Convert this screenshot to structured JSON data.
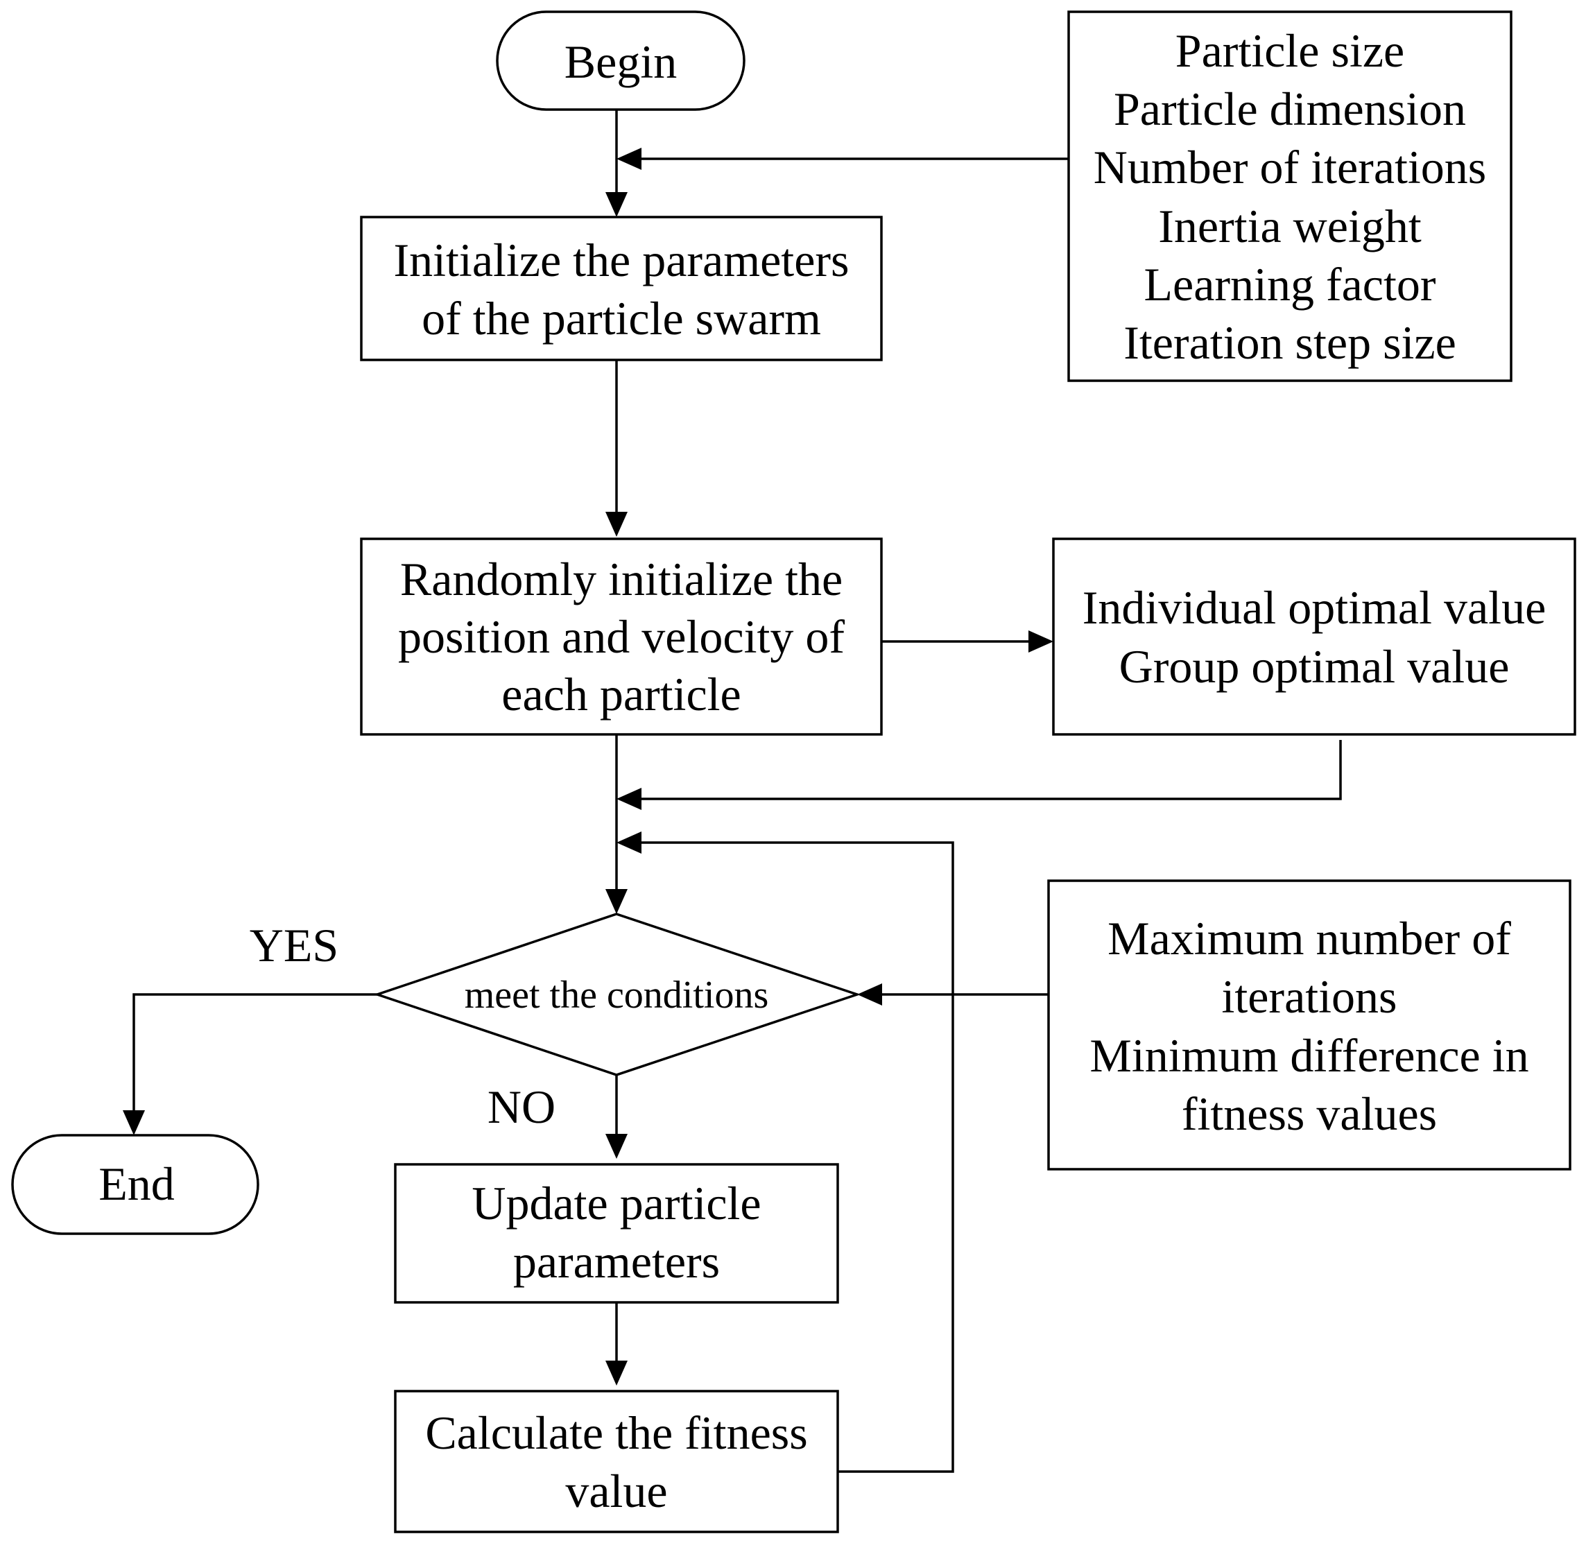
{
  "flowchart": {
    "begin": "Begin",
    "end": "End",
    "init_params": [
      "Initialize the parameters",
      "of the particle swarm"
    ],
    "random_init": [
      "Randomly initialize the",
      "position and velocity of",
      "each particle"
    ],
    "decision": "meet the conditions",
    "yes_label": "YES",
    "no_label": "NO",
    "update": [
      "Update particle",
      "parameters"
    ],
    "fitness": [
      "Calculate the fitness",
      "value"
    ],
    "params_box": [
      "Particle size",
      "Particle dimension",
      "Number of iterations",
      "Inertia weight",
      "Learning factor",
      "Iteration step size"
    ],
    "optimal_box": [
      "Individual optimal value",
      "Group optimal value"
    ],
    "stop_box": [
      "Maximum number of",
      "iterations",
      "Minimum difference in",
      "fitness values"
    ]
  }
}
